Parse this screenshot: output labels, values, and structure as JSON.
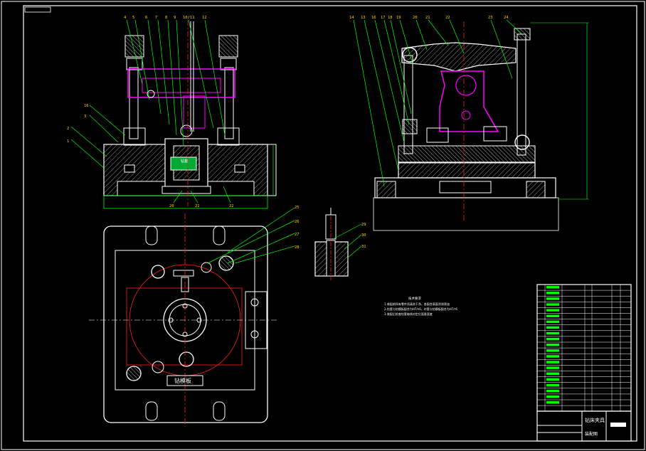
{
  "colors": {
    "background": "#000000",
    "border": "#ffffff",
    "outline": "#ffffff",
    "hatch": "#d8d8d8",
    "leader": "#00ff00",
    "dimension": "#00ff00",
    "centerline": "#ff2020",
    "workpiece": "#ff00ff",
    "accent": "#ffd700"
  },
  "front_view": {
    "top_balloons": [
      "4",
      "5",
      "6",
      "7",
      "8",
      "9",
      "10/11",
      "12"
    ],
    "left_balloons": [
      "1",
      "2",
      "3",
      "16"
    ],
    "bottom_balloons": [
      "20",
      "21",
      "22"
    ],
    "gauge_label": "钻套"
  },
  "side_view": {
    "top_balloons": [
      "14",
      "13",
      "16",
      "17",
      "18",
      "19",
      "20",
      "21",
      "22",
      "23",
      "24"
    ]
  },
  "plan_view": {
    "leader_balloons": [
      "25",
      "26",
      "27",
      "28"
    ],
    "nameplate_label": "钻模板"
  },
  "detail_view": {
    "balloons": [
      "29",
      "30",
      "31"
    ]
  },
  "tech_requirements": {
    "title": "技术要求",
    "lines": [
      "1.装配前所有零件须清洗干净，各配合表面涂润滑油",
      "2.钻套与钻模板配合为H7/n6，衬套与钻模板配合为H7/r6",
      "3.装配后检查钻套轴线对定位面垂直度"
    ]
  },
  "title_block": {
    "drawing_name": "钻床夹具",
    "scale_stamp": "装配图"
  }
}
